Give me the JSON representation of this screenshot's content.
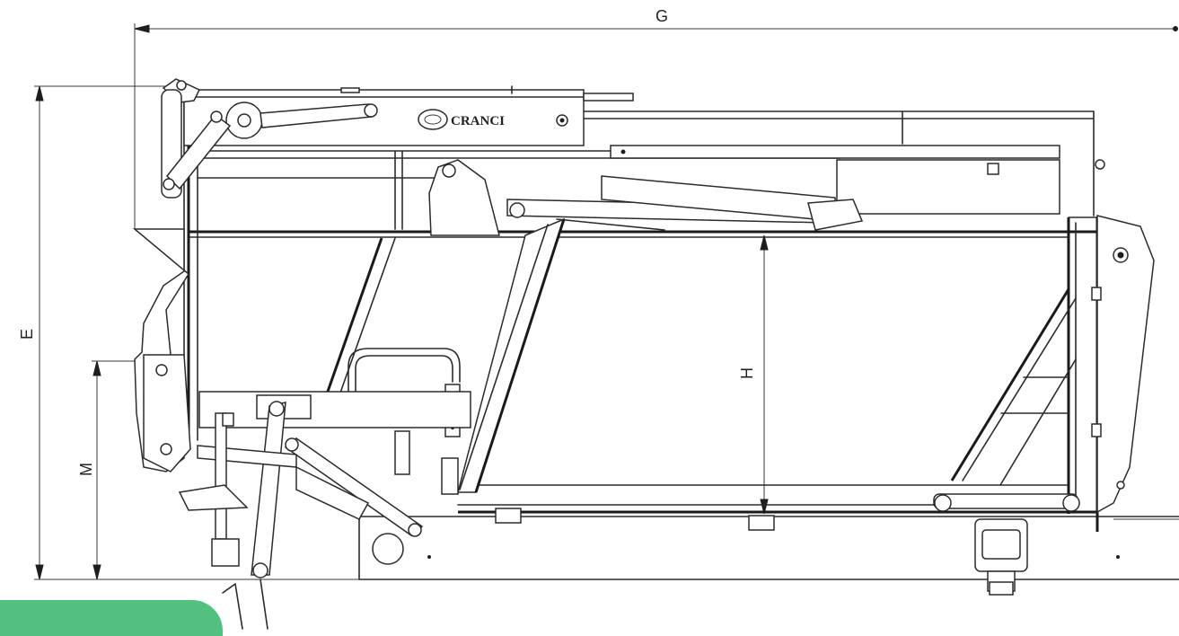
{
  "dimensions": {
    "g": "G",
    "e": "E",
    "h": "H",
    "m": "M"
  },
  "logo_text": "CRANCI",
  "colors": {
    "accent_tab": "#52c07e",
    "line": "#2b2b2b"
  }
}
